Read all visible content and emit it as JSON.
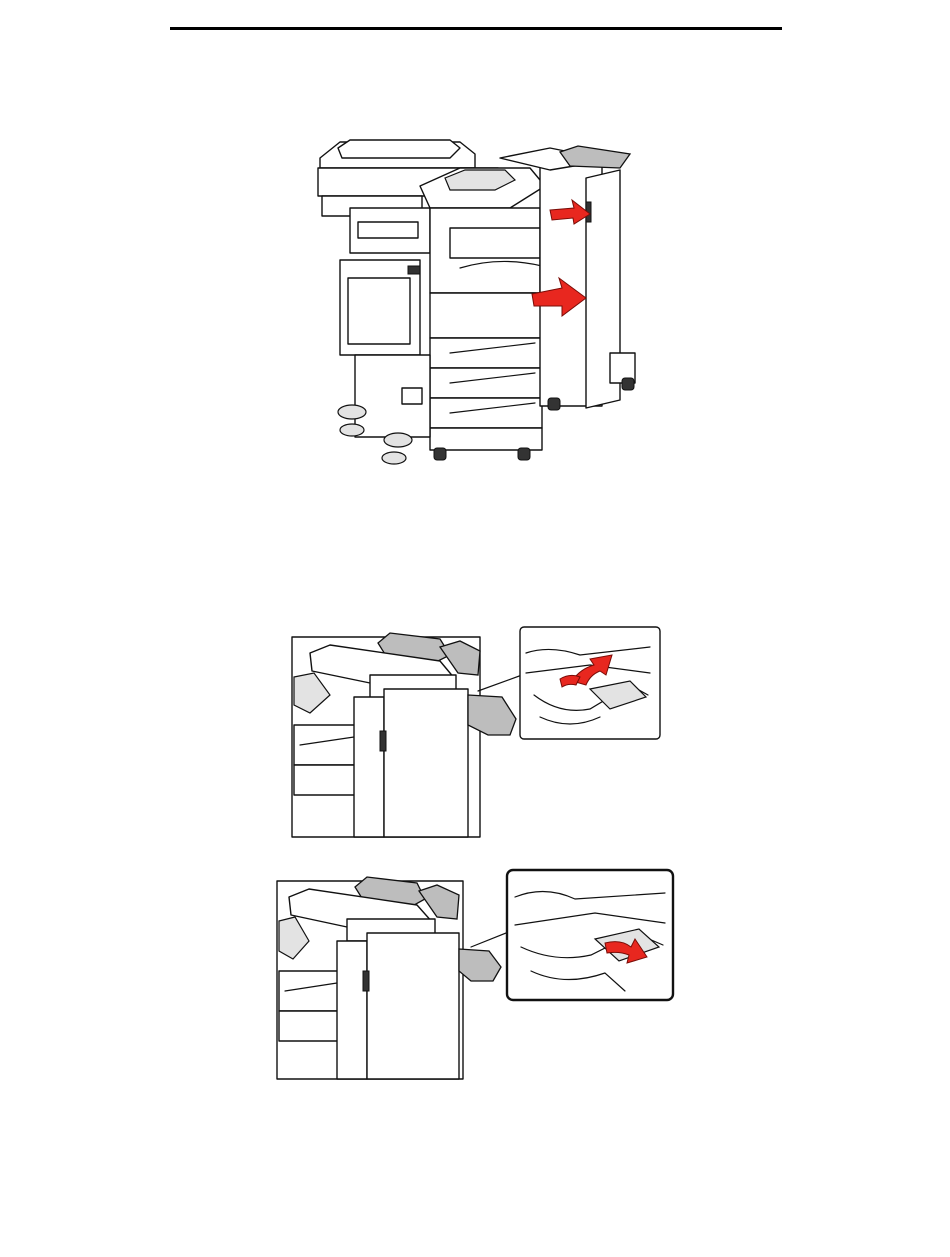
{
  "page": {
    "figures": [
      {
        "name": "printer-with-finisher",
        "arrows": 2
      },
      {
        "name": "finisher-bin-lift",
        "arrows": 1
      },
      {
        "name": "finisher-bin-remove",
        "arrows": 1
      }
    ],
    "colors": {
      "arrow": "#e8271f",
      "line": "#111111",
      "tray": "#bdbdbd",
      "background": "#ffffff"
    }
  }
}
